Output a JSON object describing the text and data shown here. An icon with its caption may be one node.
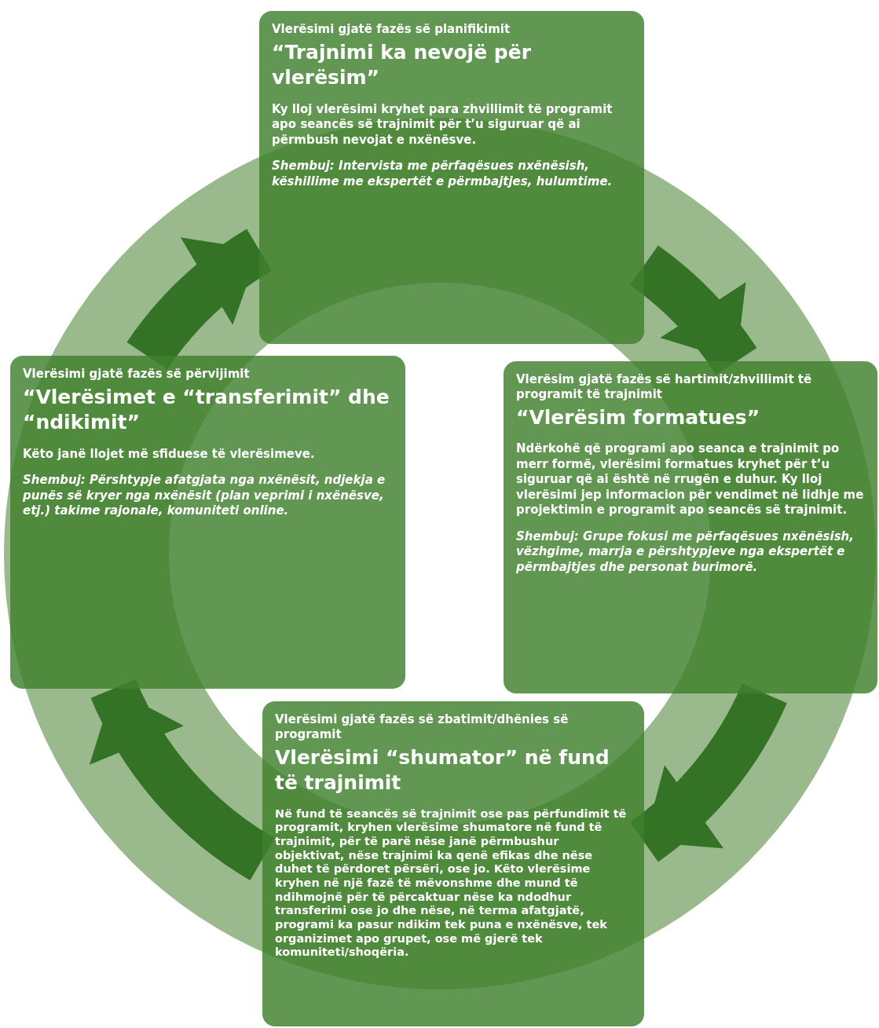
{
  "diagram": {
    "nodes": [
      {
        "text": [
          "Vlerësimi gjatë fazës së planifikimit",
          "“Trajnimi ka nevojë për vlerësim”",
          "Ky lloj vlerësimi kryhet para zhvillimit të programit apo seancës së trajnimit për t’u siguruar që ai përmbush nevojat e nxënësve.",
          "Shembuj: Intervista me përfaqësues nxënësish, këshillime me ekspertët e përmbajtjes, hulumtime."
        ]
      },
      {
        "text": [
          "Vlerësimi gjatë fazës së përvijimit",
          "“Vlerësimet e “transferimit” dhe “ndikimit”",
          "Këto janë llojet më sfiduese të vlerësimeve.",
          "Shembuj: Përshtypje afatgjata nga nxënësit, ndjekja e punës së kryer nga nxënësit (plan veprimi i nxënësve, etj.) takime rajonale, komuniteti online."
        ]
      },
      {
        "text": [
          "Vlerësim gjatë fazës së hartimit/zhvillimit të programit të trajnimit",
          "“Vlerësim formatues”",
          "Ndërkohë që programi apo seanca e trajnimit po merr formë, vlerësimi formatues kryhet për t’u siguruar që ai është në rrugën e duhur. Ky lloj vlerësimi jep informacion për vendimet në lidhje me projektimin e programit apo seancës së trajnimit.",
          "Shembuj: Grupe fokusi me përfaqësues nxënësish, vëzhgime, marrja e përshtypjeve nga ekspertët e përmbajtjes dhe personat burimorë."
        ]
      },
      {
        "text": [
          "Vlerësimi gjatë fazës së zbatimit/dhënies së programit",
          "Vlerësimi “shumator” në fund të trajnimit",
          "Në fund të seancës së trajnimit ose pas përfundimit të programit, kryhen vlerësime shumatore në fund të trajnimit, për të parë nëse janë përmbushur objektivat, nëse trajnimi ka qenë efikas dhe nëse duhet të përdoret përsëri, ose jo. Këto vlerësime kryhen në një fazë të mëvonshme dhe mund të ndihmojnë për të përcaktuar nëse ka ndodhur transferimi ose jo dhe nëse, në terma afatgjatë, programi ka pasur ndikim tek puna e nxënësve, tek organizimet apo grupet, ose më gjerë tek komuniteti/shoqëria."
        ]
      }
    ],
    "edges": [
      {
        "from": 0,
        "to": 2,
        "arrow": "to"
      },
      {
        "from": 2,
        "to": 3,
        "arrow": "to"
      },
      {
        "from": 3,
        "to": 1,
        "arrow": "to"
      },
      {
        "from": 1,
        "to": 0,
        "arrow": "to"
      }
    ]
  }
}
